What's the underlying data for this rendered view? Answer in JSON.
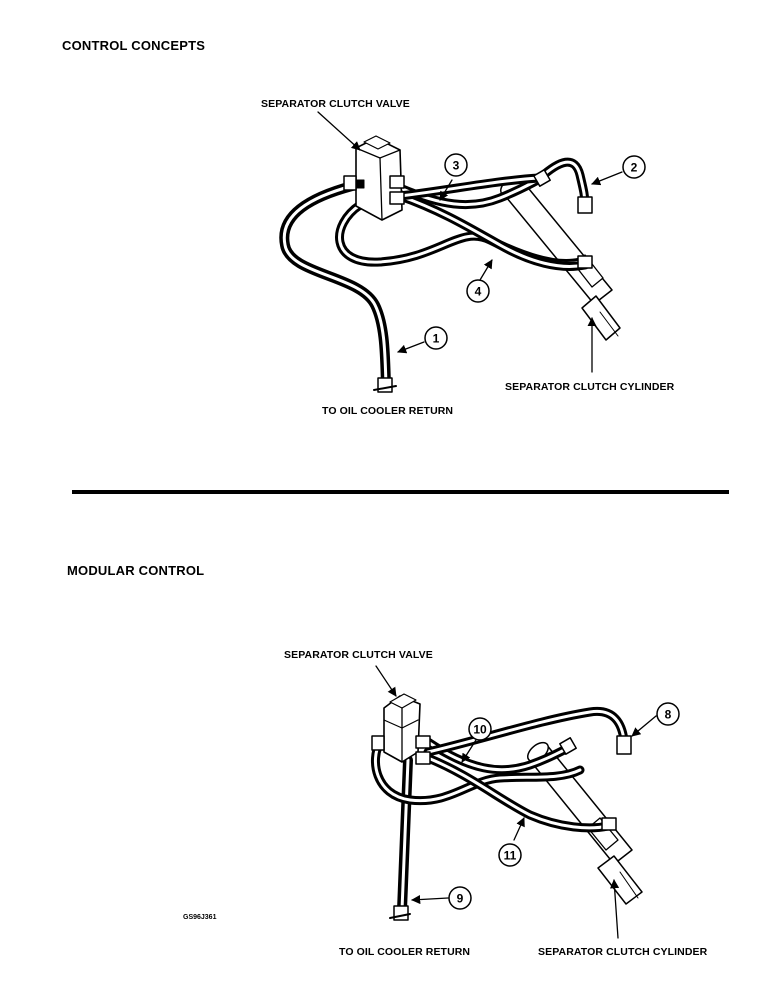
{
  "top": {
    "heading": "CONTROL CONCEPTS",
    "valve_label": "SEPARATOR CLUTCH VALVE",
    "cylinder_label": "SEPARATOR CLUTCH CYLINDER",
    "return_label": "TO OIL COOLER RETURN",
    "callouts": [
      "1",
      "2",
      "3",
      "4"
    ]
  },
  "bottom": {
    "heading": "MODULAR CONTROL",
    "valve_label": "SEPARATOR CLUTCH VALVE",
    "cylinder_label": "SEPARATOR CLUTCH CYLINDER",
    "return_label": "TO OIL COOLER RETURN",
    "callouts": [
      "8",
      "9",
      "10",
      "11"
    ],
    "figure_code": "GS96J361"
  }
}
